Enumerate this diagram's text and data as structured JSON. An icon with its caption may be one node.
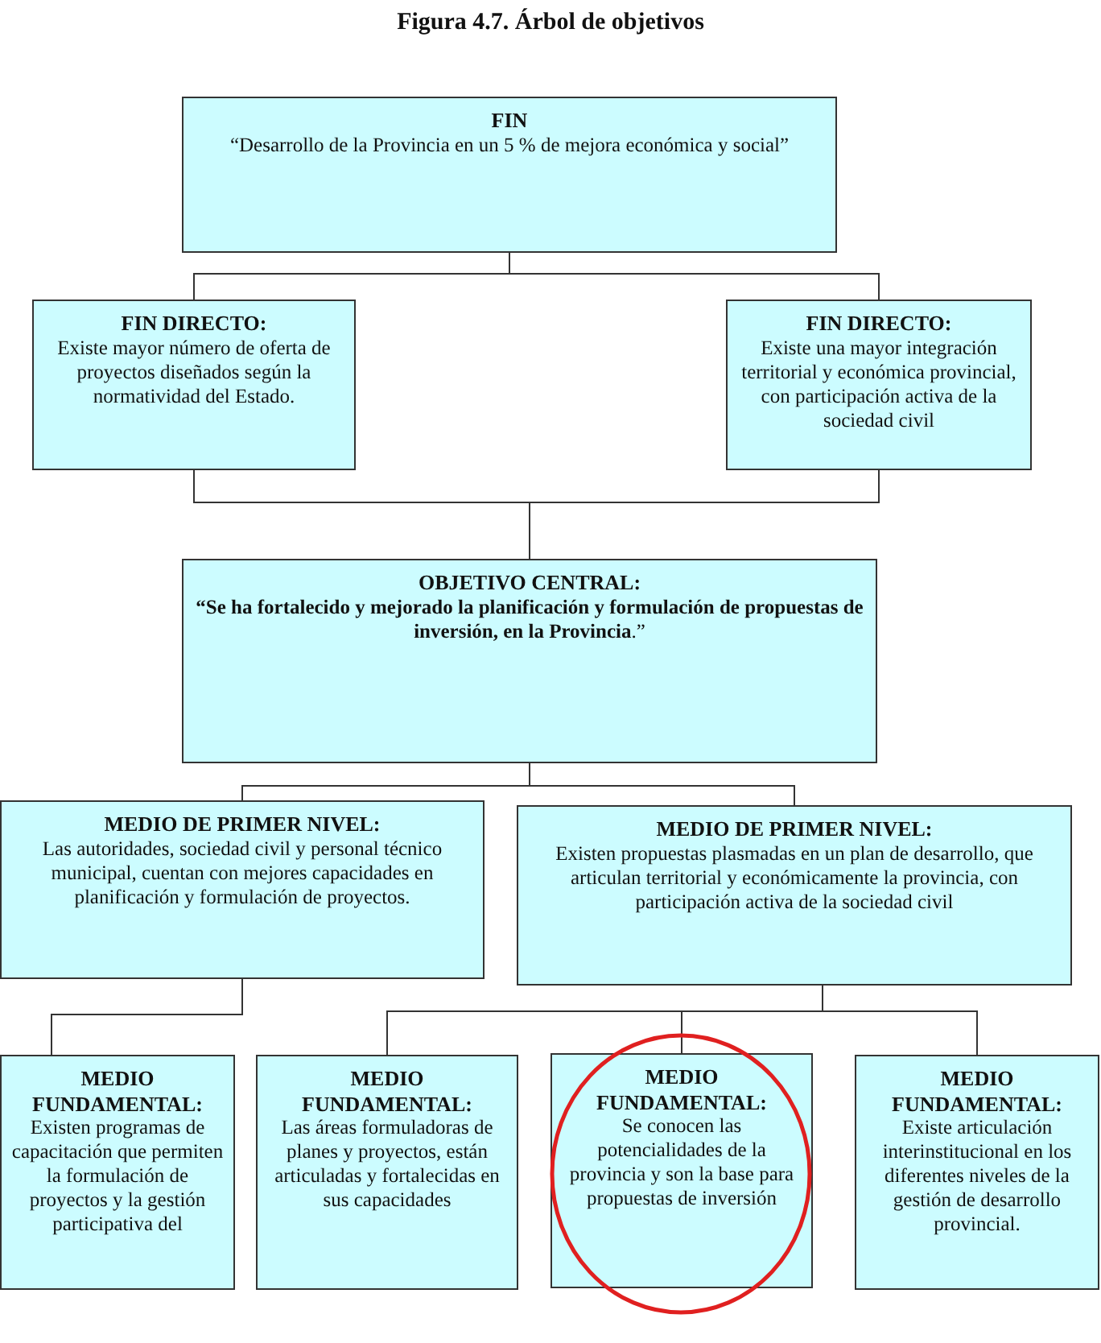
{
  "diagram": {
    "title": "Figura 4.7. Árbol de objetivos",
    "nodes": [
      {
        "text": [
          "FIN",
          "“Desarrollo de la Provincia en un 5 % de mejora económica y social”"
        ]
      },
      {
        "text": [
          "FIN DIRECTO:",
          "Existe mayor número de oferta de proyectos diseñados según la normatividad del Estado."
        ]
      },
      {
        "text": [
          "FIN DIRECTO:",
          "Existe una mayor integración territorial y económica provincial, con participación activa de la sociedad civil"
        ]
      },
      {
        "text": [
          "OBJETIVO CENTRAL:",
          "**“Se ha fortalecido y mejorado la planificación y formulación de propuestas de inversión, en la Provincia**.”"
        ]
      },
      {
        "text": [
          "MEDIO DE PRIMER NIVEL:",
          "Las autoridades, sociedad civil y personal técnico municipal, cuentan con mejores capacidades en planificación y formulación de proyectos."
        ]
      },
      {
        "text": [
          "MEDIO DE PRIMER NIVEL:",
          "Existen propuestas plasmadas en un plan de desarrollo, que articulan territorial y económicamente la provincia, con participación activa de la sociedad civil"
        ]
      },
      {
        "text": [
          "MEDIO FUNDAMENTAL:",
          "Existen programas de capacitación que permiten la formulación de proyectos y la gestión participativa del"
        ]
      },
      {
        "text": [
          "MEDIO FUNDAMENTAL:",
          "Las áreas formuladoras de planes y proyectos, están articuladas y fortalecidas en sus capacidades"
        ]
      },
      {
        "text": [
          "MEDIO FUNDAMENTAL:",
          "Se conocen las potencialidades de la provincia y son la base para propuestas de inversión"
        ]
      },
      {
        "text": [
          "MEDIO FUNDAMENTAL:",
          "Existe articulación interinstitucional en los diferentes niveles de la gestión de desarrollo provincial."
        ]
      }
    ],
    "edges": [
      {
        "from": 0,
        "to": 1,
        "arrow": "none"
      },
      {
        "from": 0,
        "to": 2,
        "arrow": "none"
      },
      {
        "from": 1,
        "to": 3,
        "arrow": "none"
      },
      {
        "from": 2,
        "to": 3,
        "arrow": "none"
      },
      {
        "from": 3,
        "to": 4,
        "arrow": "none"
      },
      {
        "from": 3,
        "to": 5,
        "arrow": "none"
      },
      {
        "from": 4,
        "to": 6,
        "arrow": "none"
      },
      {
        "from": 5,
        "to": 7,
        "arrow": "none"
      },
      {
        "from": 5,
        "to": 8,
        "arrow": "none"
      },
      {
        "from": 5,
        "to": 9,
        "arrow": "none"
      }
    ]
  }
}
